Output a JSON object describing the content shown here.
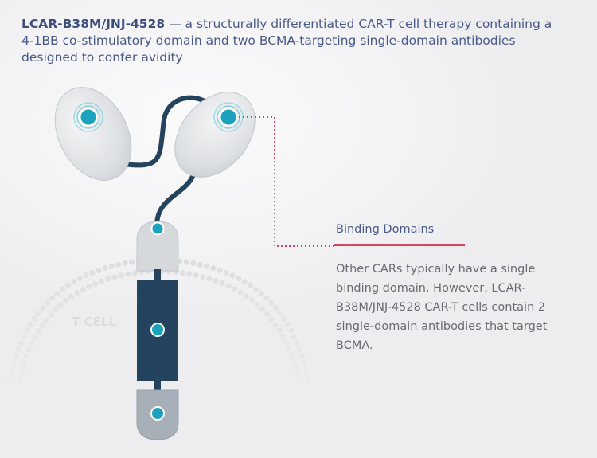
{
  "header": {
    "title": "LCAR-B38M/JNJ-4528",
    "description": " — a structurally differentiated CAR-T cell therapy containing a 4-1BB co-stimulatory domain and two BCMA-targeting single-domain antibodies designed to confer avidity"
  },
  "diagram": {
    "membrane_label": "T CELL",
    "colors": {
      "dark_navy": "#24435e",
      "teal_dot": "#1ba3bd",
      "light_gray": "#d6d9dc",
      "mid_gray": "#a7b0b8",
      "accent_pink": "#d9435f"
    }
  },
  "binding_domains": {
    "heading": "Binding Domains",
    "body": "Other CARs typically have a single binding domain. However, LCAR-B38M/JNJ-4528 CAR-T cells contain 2 single-domain antibodies that target BCMA."
  }
}
